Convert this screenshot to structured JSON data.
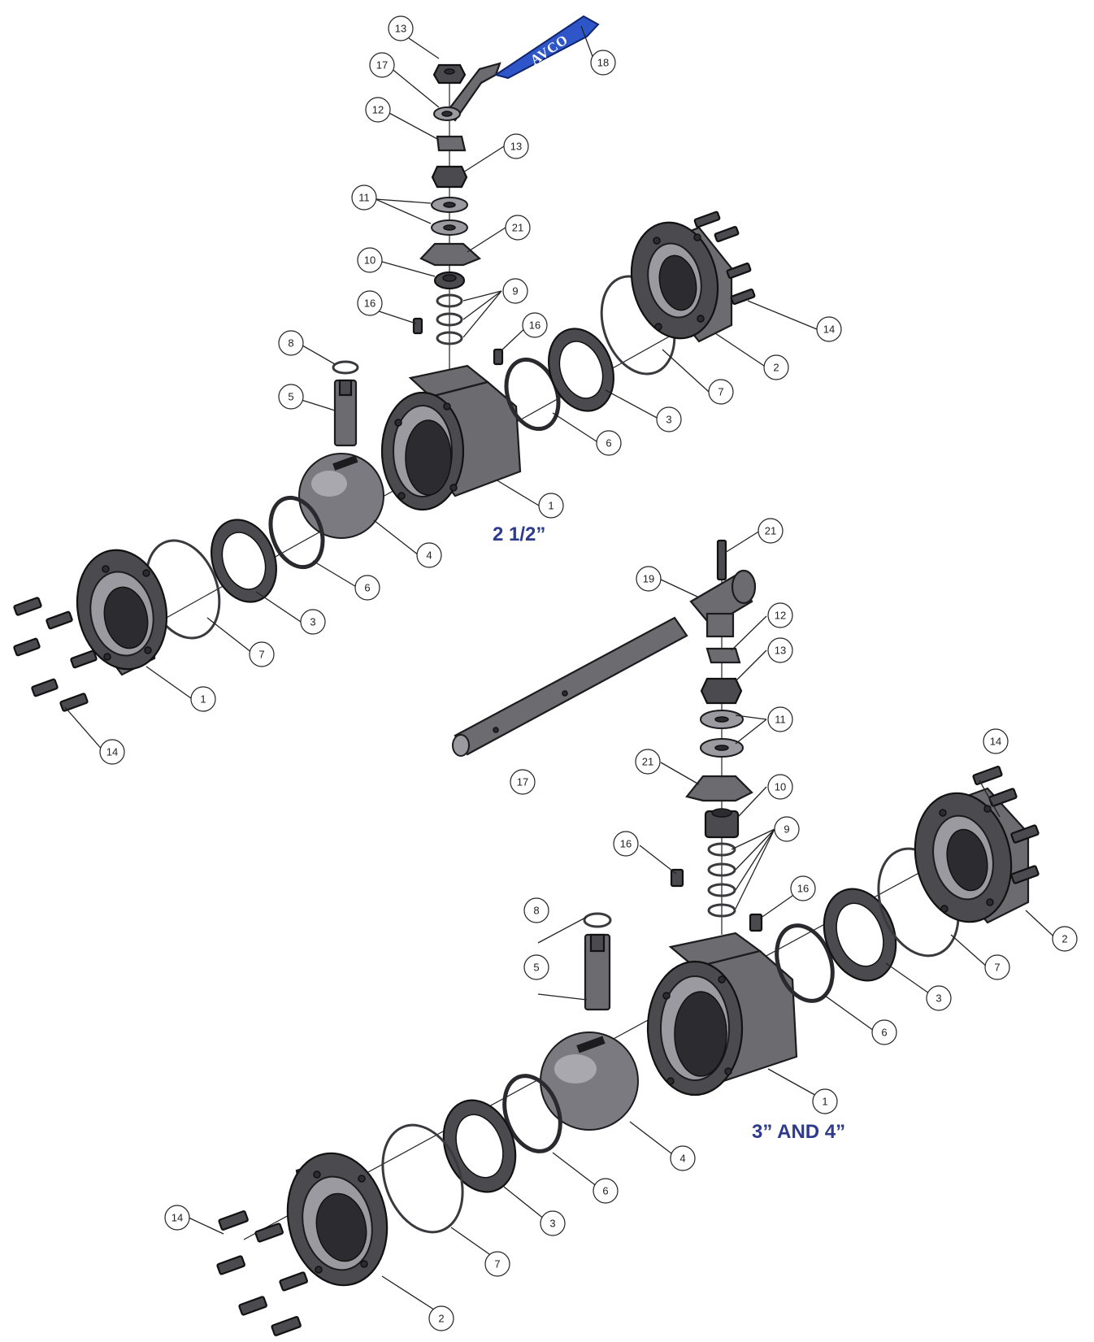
{
  "labels": {
    "size_small": "2 1/2”",
    "size_large": "3” AND 4”"
  },
  "handle": {
    "brand": "AVCO",
    "brand_color": "#2f56c8"
  },
  "callout_style": {
    "text_color": "#222222",
    "label_color": "#2e3a8c"
  },
  "callouts": {
    "a1": "1",
    "a2": "2",
    "a3": "3",
    "a4": "4",
    "a5": "5",
    "a6": "6",
    "a7": "7",
    "a8": "8",
    "a9": "9",
    "a10": "10",
    "a11": "11",
    "a12": "12",
    "a13": "13",
    "a14": "14",
    "a16": "16",
    "a17": "17",
    "a18": "18",
    "a21": "21",
    "b1": "1",
    "b2": "2",
    "b3": "3",
    "b4": "4",
    "b5": "5",
    "b6": "6",
    "b7": "7",
    "b8": "8",
    "b9": "9",
    "b10": "10",
    "b11": "11",
    "b12": "12",
    "b13": "13",
    "b14": "14",
    "b16": "16",
    "b17": "17",
    "b19": "19",
    "b21": "21"
  }
}
